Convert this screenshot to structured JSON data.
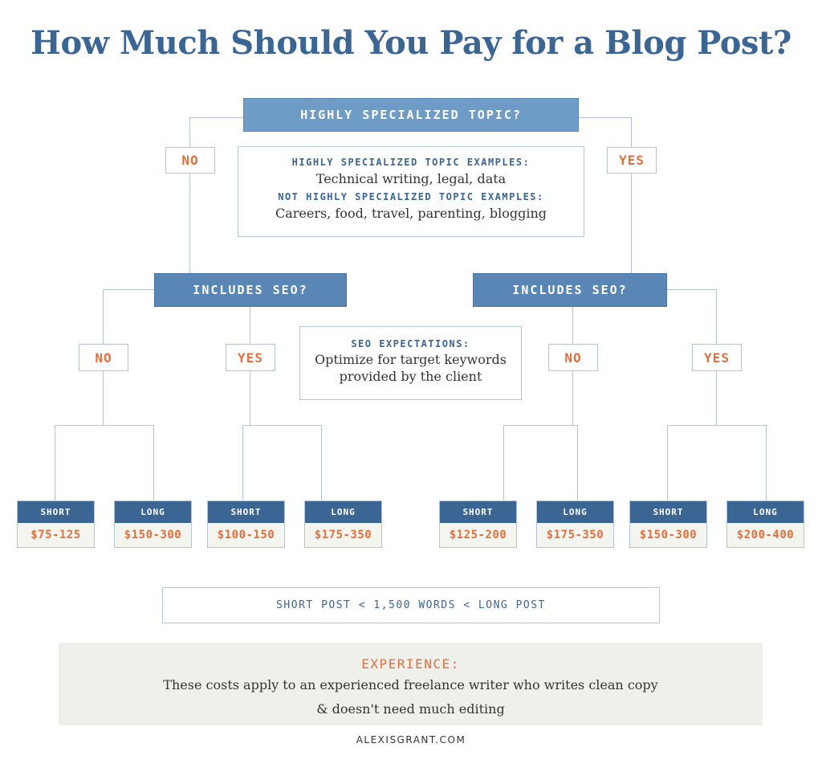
{
  "title": "How Much Should You Pay for a Blog Post?",
  "root": {
    "question": "HIGHLY SPECIALIZED TOPIC?",
    "no_label": "NO",
    "yes_label": "YES"
  },
  "topic_info": {
    "heading1": "HIGHLY SPECIALIZED TOPIC EXAMPLES:",
    "body1": "Technical writing, legal, data",
    "heading2": "NOT HIGHLY SPECIALIZED TOPIC EXAMPLES:",
    "body2": "Careers, food, travel, parenting, blogging"
  },
  "left_branch": {
    "question": "INCLUDES SEO?",
    "no_label": "NO",
    "yes_label": "YES",
    "leaves": [
      {
        "length": "SHORT",
        "price": "$75-125"
      },
      {
        "length": "LONG",
        "price": "$150-300"
      },
      {
        "length": "SHORT",
        "price": "$100-150"
      },
      {
        "length": "LONG",
        "price": "$175-350"
      }
    ]
  },
  "right_branch": {
    "question": "INCLUDES SEO?",
    "no_label": "NO",
    "yes_label": "YES",
    "leaves": [
      {
        "length": "SHORT",
        "price": "$125-200"
      },
      {
        "length": "LONG",
        "price": "$175-350"
      },
      {
        "length": "SHORT",
        "price": "$150-300"
      },
      {
        "length": "LONG",
        "price": "$200-400"
      }
    ]
  },
  "seo_info": {
    "heading": "SEO EXPECTATIONS:",
    "body_line1": "Optimize for target keywords",
    "body_line2": "provided by the client"
  },
  "legend": "SHORT POST < 1,500 WORDS < LONG POST",
  "experience": {
    "heading": "EXPERIENCE:",
    "body_line1": "These costs apply to an experienced freelance writer who writes clean copy",
    "body_line2": "& doesn't need much editing"
  },
  "footer": "ALEXISGRANT.COM",
  "colors": {
    "title_blue": "#3b6593",
    "question_box_light": "#6f9bc7",
    "question_box": "#5a86b5",
    "leaf_header": "#3b6593",
    "accent_orange": "#e0703f",
    "connector": "#b3c4da",
    "price_bg": "#f5f5f0",
    "experience_bg": "#efefeb"
  }
}
